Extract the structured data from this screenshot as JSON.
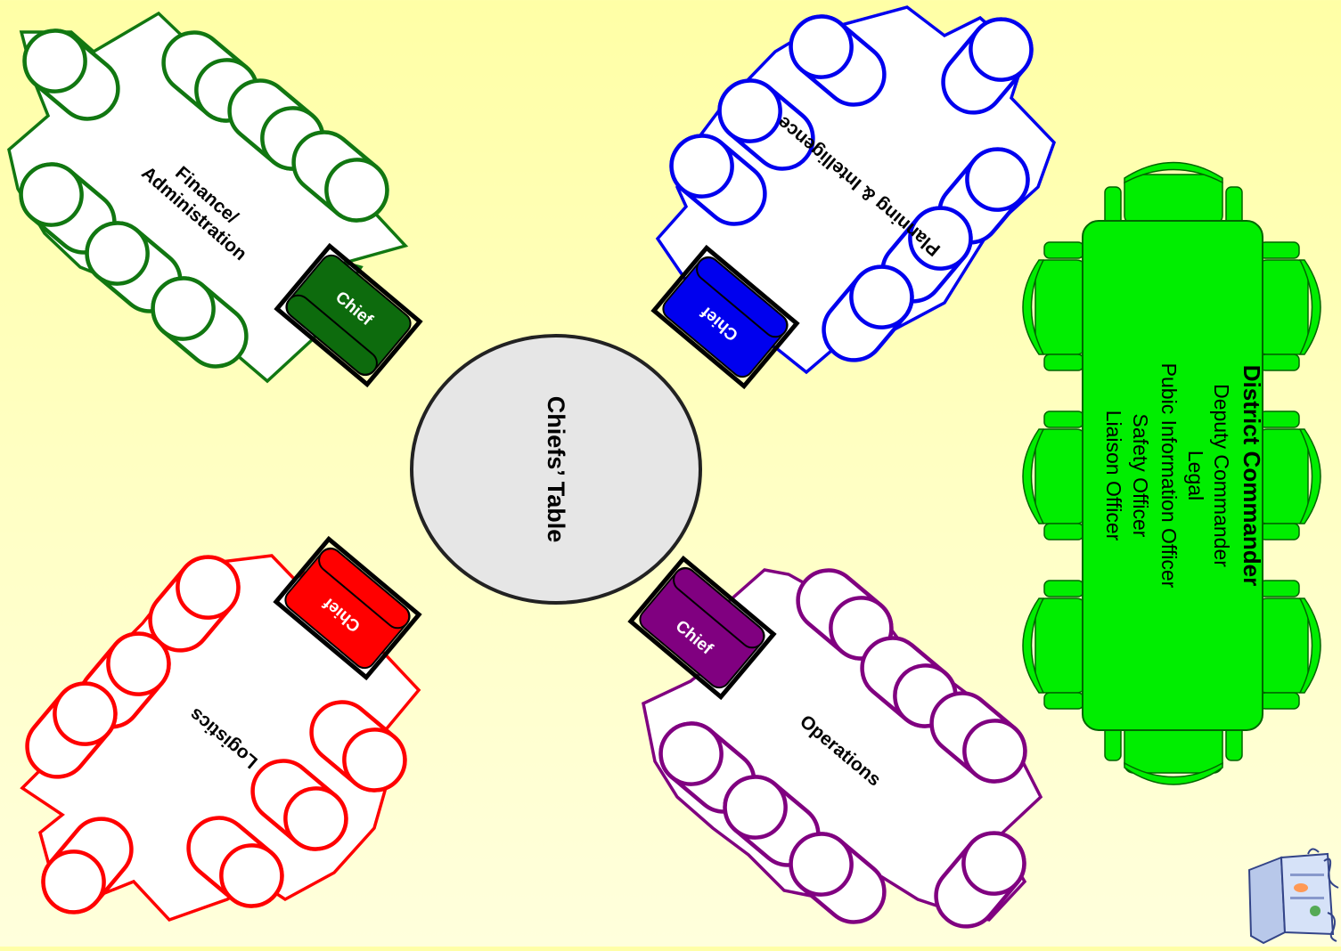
{
  "center_table": {
    "label": "Chiefs’ Table",
    "fill": "#e6e6e6",
    "stroke": "#222222"
  },
  "chief_label": "Chief",
  "sections": [
    {
      "id": "finance",
      "label_lines": [
        "Finance/",
        "Administration"
      ],
      "color": "#117711",
      "chief_fill": "#0d6b0d"
    },
    {
      "id": "planning",
      "label_lines": [
        "Planning & Intelligence"
      ],
      "color": "#0000ee",
      "chief_fill": "#0000ee"
    },
    {
      "id": "logistics",
      "label_lines": [
        "Logistics"
      ],
      "color": "#ff0000",
      "chief_fill": "#ff0000"
    },
    {
      "id": "operations",
      "label_lines": [
        "Operations"
      ],
      "color": "#800080",
      "chief_fill": "#800080"
    }
  ],
  "command_table": {
    "color": "#00ee00",
    "stroke": "#006600",
    "title": "District Commander",
    "lines": [
      "Deputy Commander",
      "Legal",
      "Pubic Information Officer",
      "Safety Officer",
      "Liaison Officer"
    ]
  },
  "logo_icon": "open-refrigerator-icon"
}
